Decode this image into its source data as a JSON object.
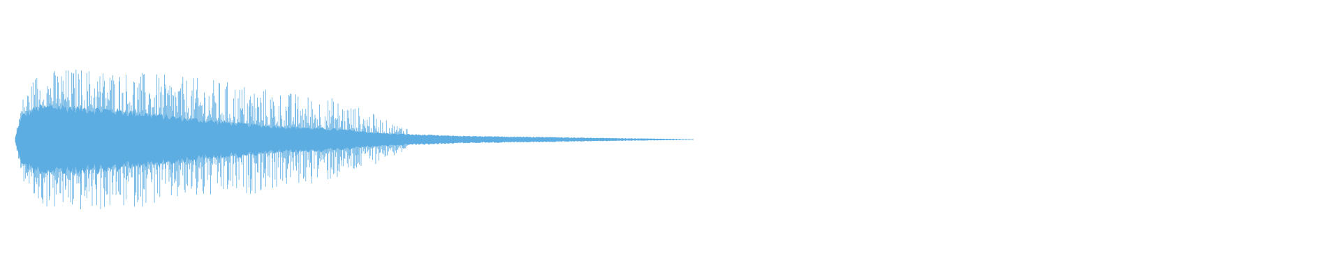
{
  "chart_data": {
    "type": "area",
    "kind": "audio-waveform",
    "title": "",
    "xlabel": "",
    "ylabel": "",
    "grid": false,
    "legend": "none",
    "color": "#5dade2",
    "background": "#ffffff",
    "xlim": [
      0,
      1
    ],
    "ylim": [
      -1,
      1
    ],
    "envelope": {
      "x": [
        0.0,
        0.006,
        0.02,
        0.035,
        0.06,
        0.09,
        0.12,
        0.15,
        0.18,
        0.21,
        0.24,
        0.27,
        0.3,
        0.32,
        0.335,
        0.345,
        0.36,
        0.38,
        0.4,
        0.43,
        0.46,
        0.5,
        0.54,
        0.58,
        0.62,
        0.63,
        0.64,
        1.0
      ],
      "peak": [
        0.05,
        0.52,
        0.88,
        0.92,
        0.95,
        0.93,
        0.88,
        0.83,
        0.8,
        0.75,
        0.67,
        0.6,
        0.55,
        0.45,
        0.36,
        0.28,
        0.2,
        0.16,
        0.12,
        0.09,
        0.07,
        0.05,
        0.035,
        0.02,
        0.01,
        0.005,
        0.0,
        0.0
      ],
      "body": [
        0.03,
        0.3,
        0.4,
        0.42,
        0.4,
        0.37,
        0.33,
        0.28,
        0.24,
        0.2,
        0.17,
        0.15,
        0.13,
        0.11,
        0.09,
        0.08,
        0.07,
        0.06,
        0.05,
        0.04,
        0.035,
        0.03,
        0.02,
        0.013,
        0.006,
        0.003,
        0.0,
        0.0
      ]
    },
    "tonal_tail": {
      "x_start": 0.37,
      "x_end": 0.64,
      "cycles": 90
    }
  }
}
